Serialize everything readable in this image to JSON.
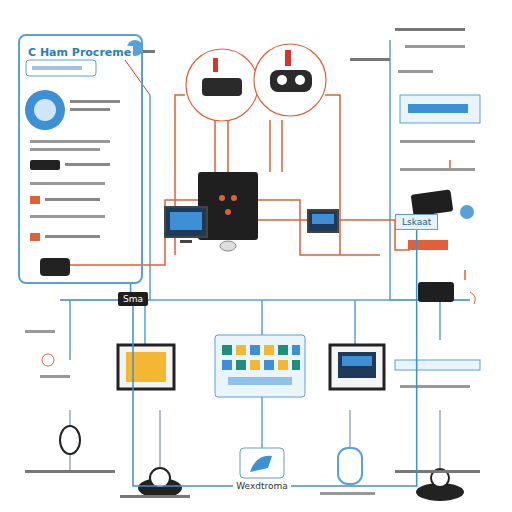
{
  "diagram": {
    "nodes": [
      {
        "text": [
          "C Ham Procreme"
        ]
      },
      {
        "text": [
          "Sma"
        ]
      },
      {
        "text": [
          "Wexdtroma"
        ]
      },
      {
        "text": [
          "Lskaat"
        ]
      }
    ],
    "edges": [
      {
        "from": 0,
        "to": 1,
        "arrow": "none"
      },
      {
        "from": 1,
        "to": 2,
        "arrow": "none"
      },
      {
        "from": 3,
        "to": 2,
        "arrow": "none"
      }
    ]
  }
}
